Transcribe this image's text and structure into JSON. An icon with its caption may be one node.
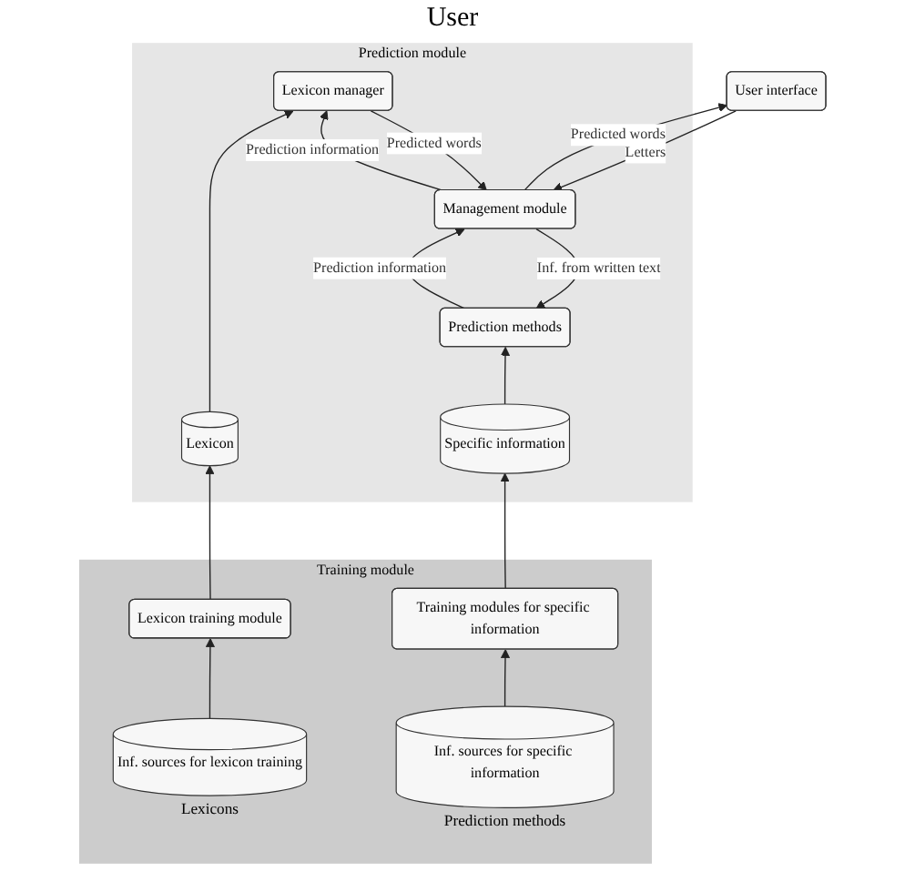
{
  "diagram": {
    "nodes": [
      {
        "text": [
          "User interface"
        ]
      },
      {
        "text": [
          "Prediction module"
        ]
      },
      {
        "text": [
          "Management module"
        ],
        "in": 1
      },
      {
        "text": [
          "Lexicon manager"
        ],
        "in": 1
      },
      {
        "text": [
          "Prediction methods"
        ],
        "in": 1
      },
      {
        "text": [
          "Lexicon"
        ],
        "in": 1
      },
      {
        "text": [
          "Specific information"
        ],
        "in": 1
      },
      {
        "text": [
          "Training module"
        ]
      },
      {
        "text": [
          "Lexicon training module"
        ],
        "in": 7
      },
      {
        "text": [
          "Training modules for specific information"
        ],
        "in": 7
      },
      {
        "text": [
          "Inf. sources for lexicon training"
        ],
        "in": 7,
        "beside": [
          "Lexicons"
        ]
      },
      {
        "text": [
          "Inf. sources for specific information"
        ],
        "in": 7,
        "beside": [
          "Prediction methods"
        ]
      }
    ],
    "edges": [
      {
        "from": 10,
        "to": 8,
        "arrow": "to"
      },
      {
        "from": 11,
        "to": 9,
        "arrow": "to"
      },
      {
        "from": 8,
        "to": 5,
        "arrow": "to"
      },
      {
        "from": 9,
        "to": 6,
        "arrow": "to"
      },
      {
        "from": 5,
        "to": 3,
        "arrow": "to"
      },
      {
        "from": 6,
        "to": 4,
        "arrow": "to"
      },
      {
        "from": 3,
        "to": 2,
        "arrow": "to",
        "label": "Predicted words"
      },
      {
        "from": 4,
        "to": 2,
        "arrow": "to",
        "label": "Prediction information"
      },
      {
        "from": 2,
        "to": 0,
        "arrow": "to",
        "label": "Predicted words"
      },
      {
        "from": 2,
        "to": 3,
        "arrow": "to",
        "label": "Prediction information"
      },
      {
        "from": 2,
        "to": 4,
        "arrow": "to",
        "label": "Inf. from written text"
      },
      {
        "from": 0,
        "to": 2,
        "arrow": "to",
        "label": "Letters"
      }
    ],
    "labels": [
      "User"
    ]
  }
}
